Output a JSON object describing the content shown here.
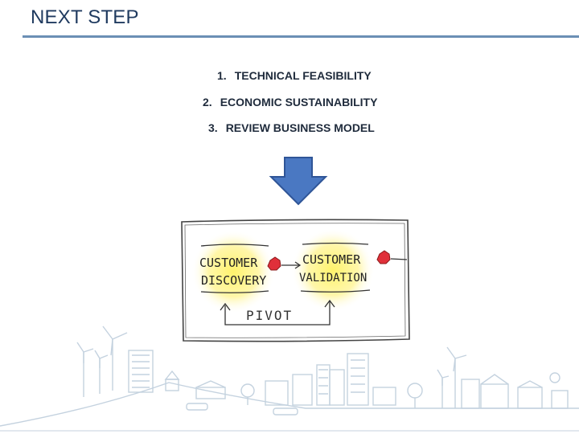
{
  "title": "NEXT STEP",
  "steps": [
    {
      "number": "1.",
      "text": "TECHNICAL FEASIBILITY"
    },
    {
      "number": "2.",
      "text": "ECONOMIC SUSTAINABILITY"
    },
    {
      "number": "3.",
      "text": "REVIEW BUSINESS MODEL"
    }
  ],
  "sketch": {
    "discovery_line1": "CUSTOMER",
    "discovery_line2": "DISCOVERY",
    "validation_line1": "CUSTOMER",
    "validation_line2": "VALIDATION",
    "pivot": "PIVOT"
  },
  "colors": {
    "title": "#1f3a5f",
    "rule": "#6b8fb5",
    "arrow_fill": "#4a78c2",
    "arrow_stroke": "#2f5597",
    "highlight": "#fff36b",
    "dot": "#e0303a",
    "skyline": "#c4d2df"
  },
  "icons": {
    "arrow": "down-arrow-icon",
    "skyline": "city-skyline-illustration"
  }
}
